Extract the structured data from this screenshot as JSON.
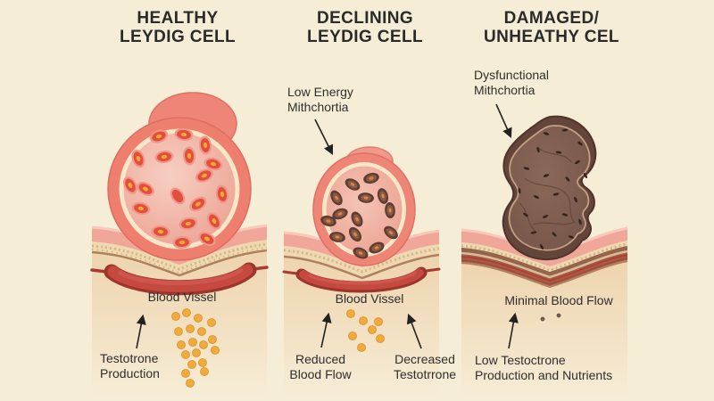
{
  "palette": {
    "background": "#f6edd6",
    "text": "#2d2d2d",
    "cell_salmon": "#ee7e6e",
    "cell_inner_pink": "#f3c3b6",
    "membrane_cream": "#f8e7c6",
    "damaged_brown": "#6b4a3d",
    "vessel_red": "#c5493f",
    "tissue_pink": "#f1a69a",
    "tissue_tan": "#f0d7b2",
    "testosterone_yellow": "#f0ab3c"
  },
  "columns": [
    {
      "title": {
        "line1": "HEALTHY",
        "line2": "LEYDIG CELL"
      },
      "vessel_label": "Blood Vissel",
      "production_label": {
        "line1": "Testotrone",
        "line2": "Production"
      },
      "testosterone_dot_count": 19
    },
    {
      "title": {
        "line1": "DECLINING",
        "line2": "LEYDIG CELL"
      },
      "mito_label": {
        "line1": "Low Energy",
        "line2": "Mithchortia"
      },
      "vessel_label": "Blood Vissel",
      "left_label": {
        "line1": "Reduced",
        "line2": "Blood Flow"
      },
      "right_label": {
        "line1": "Decreased",
        "line2": "Testotrrone"
      },
      "testosterone_dot_count": 7
    },
    {
      "title": {
        "line1": "DAMAGED/",
        "line2": "UNHEATHY CEL"
      },
      "mito_label": {
        "line1": "Dysfunctional",
        "line2": "Mithchortia"
      },
      "vessel_label": "Minimal Blood Flow",
      "bottom_label": {
        "line1": "Low Testoctrone",
        "line2": "Production and Nutrients"
      },
      "testosterone_dot_count": 2
    }
  ]
}
